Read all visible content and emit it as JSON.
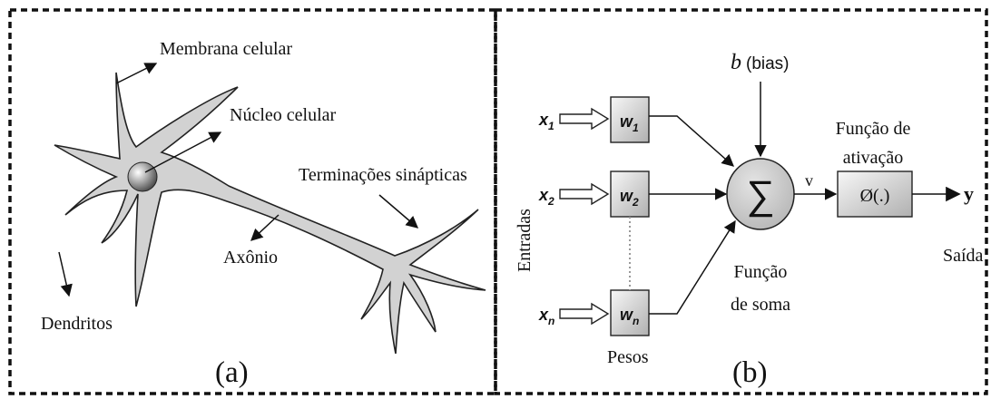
{
  "panel_a": {
    "label": "(a)",
    "membrana": "Membrana celular",
    "nucleo": "Núcleo celular",
    "terminacoes": "Terminações sinápticas",
    "axonio": "Axônio",
    "dendritos": "Dendritos"
  },
  "panel_b": {
    "label": "(b)",
    "bias_var": "b",
    "bias_text": "(bias)",
    "entradas": "Entradas",
    "inputs": [
      {
        "var": "x",
        "sub": "1"
      },
      {
        "var": "x",
        "sub": "2"
      },
      {
        "var": "x",
        "sub": "n"
      }
    ],
    "weights": [
      {
        "var": "w",
        "sub": "1"
      },
      {
        "var": "w",
        "sub": "2"
      },
      {
        "var": "w",
        "sub": "n"
      }
    ],
    "pesos": "Pesos",
    "sum_symbol": "∑",
    "funcao_soma_line1": "Função",
    "funcao_soma_line2": "de soma",
    "v_label": "v",
    "activation_box": "Ø(.)",
    "funcao_ativacao_line1": "Função de",
    "funcao_ativacao_line2": "ativação",
    "output": "y",
    "saida": "Saída"
  },
  "colors": {
    "cell_fill": "#d4d4d4",
    "box_fill_light": "#f2f2f2",
    "box_fill_dark": "#b8b8b8",
    "border": "#1a1a1a"
  }
}
